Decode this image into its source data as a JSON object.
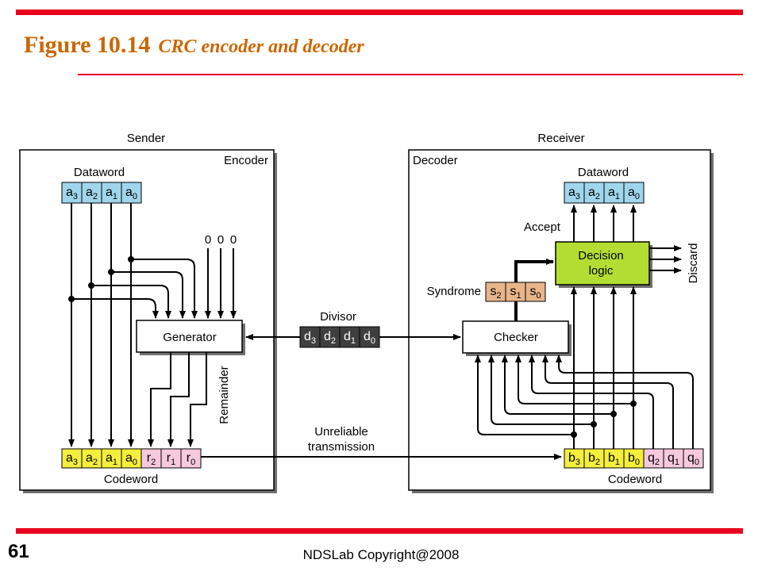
{
  "slide": {
    "figure_number": "Figure 10.14",
    "caption": "CRC encoder and decoder",
    "page_number": "61",
    "footer": "NDSLab Copyright@2008",
    "accent_color": "#e8001c",
    "title_color": "#cc6600"
  },
  "diagram": {
    "sender": {
      "label": "Sender",
      "box_label": "Encoder",
      "dataword_label": "Dataword",
      "dataword": [
        "a3",
        "a2",
        "a1",
        "a0"
      ],
      "zeros": [
        "0",
        "0",
        "0"
      ],
      "generator_label": "Generator",
      "remainder_label": "Remainder",
      "codeword_label": "Codeword",
      "codeword_data": [
        "a3",
        "a2",
        "a1",
        "a0"
      ],
      "codeword_remainder": [
        "r2",
        "r1",
        "r0"
      ]
    },
    "divisor": {
      "label": "Divisor",
      "bits": [
        "d3",
        "d2",
        "d1",
        "d0"
      ]
    },
    "channel": {
      "line1": "Unreliable",
      "line2": "transmission"
    },
    "receiver": {
      "label": "Receiver",
      "box_label": "Decoder",
      "dataword_label": "Dataword",
      "dataword": [
        "a3",
        "a2",
        "a1",
        "a0"
      ],
      "accept_label": "Accept",
      "decision_line1": "Decision",
      "decision_line2": "logic",
      "discard_label": "Discard",
      "syndrome_label": "Syndrome",
      "syndrome": [
        "s2",
        "s1",
        "s0"
      ],
      "checker_label": "Checker",
      "codeword_label": "Codeword",
      "codeword_data": [
        "b3",
        "b2",
        "b1",
        "b0"
      ],
      "codeword_remainder": [
        "q2",
        "q1",
        "q0"
      ]
    },
    "colors": {
      "dataword": "#9fd6ec",
      "codeword_data": "#f4ee3c",
      "codeword_remainder": "#f7c9de",
      "syndrome": "#e8b48a",
      "divisor": "#3f3f3f",
      "decision": "#b3dd32"
    }
  }
}
